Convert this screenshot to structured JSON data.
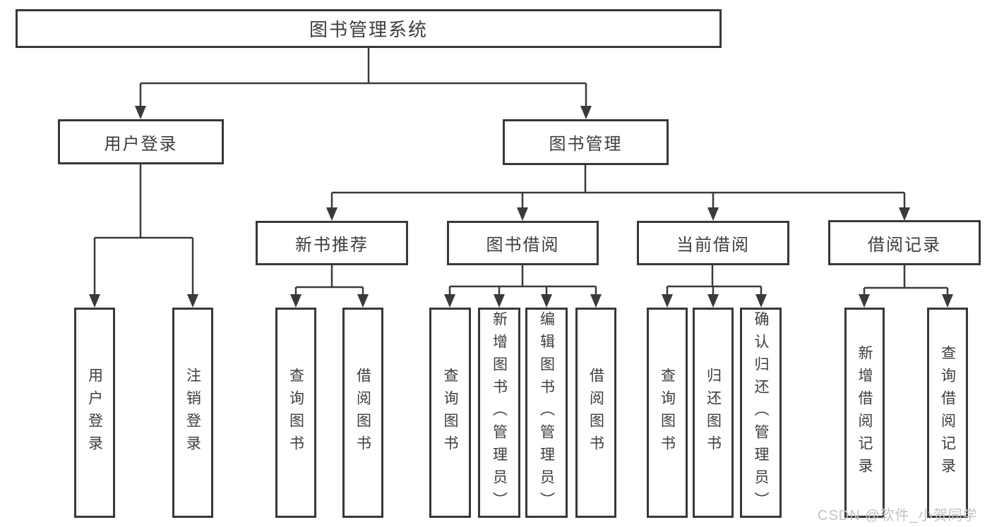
{
  "diagram": {
    "root": {
      "label": "图书管理系统"
    },
    "level1": [
      {
        "label": "用户登录"
      },
      {
        "label": "图书管理"
      }
    ],
    "level2": [
      {
        "label": "新书推荐"
      },
      {
        "label": "图书借阅"
      },
      {
        "label": "当前借阅"
      },
      {
        "label": "借阅记录"
      }
    ],
    "leaves": {
      "user_login": [
        "用户登录",
        "注销登录"
      ],
      "new_book": [
        "查询图书",
        "借阅图书"
      ],
      "book_borrow": [
        "查询图书",
        "新增图书（管理员）",
        "编辑图书（管理员）",
        "借阅图书"
      ],
      "current_borrow": [
        "查询图书",
        "归还图书",
        "确认归还（管理员）"
      ],
      "borrow_record": [
        "新增借阅记录",
        "查询借阅记录"
      ]
    }
  },
  "watermark": {
    "text": "CSDN @软件_小贺同学"
  },
  "colors": {
    "line": "#3a3a3a",
    "border": "#383838",
    "text": "#3d3d3d",
    "watermark": "#c2c2c2",
    "background": "#ffffff"
  }
}
